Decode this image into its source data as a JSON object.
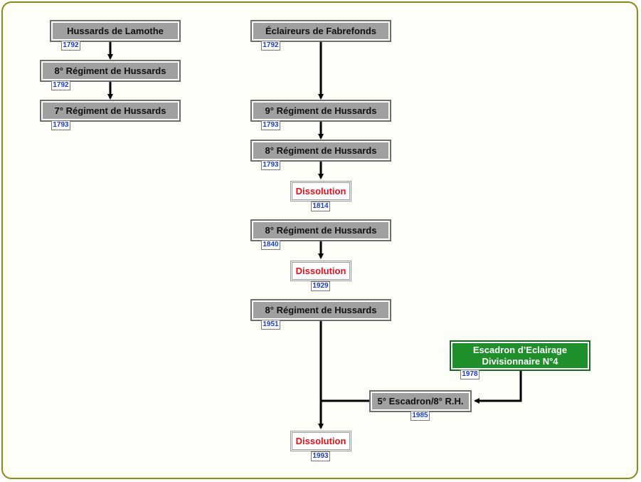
{
  "nodes": {
    "lamothe": {
      "label": "Hussards de Lamothe",
      "year": "1792"
    },
    "rh8_a": {
      "label": "8° Régiment de Hussards",
      "year": "1792"
    },
    "rh7": {
      "label": "7° Régiment de Hussards",
      "year": "1793"
    },
    "fabrefonds": {
      "label": "Éclaireurs de Fabrefonds",
      "year": "1792"
    },
    "rh9": {
      "label": "9° Régiment de Hussards",
      "year": "1793"
    },
    "rh8_b": {
      "label": "8° Régiment de Hussards",
      "year": "1793"
    },
    "diss1": {
      "label": "Dissolution",
      "year": "1814"
    },
    "rh8_c": {
      "label": "8° Régiment de Hussards",
      "year": "1840"
    },
    "diss2": {
      "label": "Dissolution",
      "year": "1929"
    },
    "rh8_d": {
      "label": "8° Régiment de Hussards",
      "year": "1951"
    },
    "eedn4": {
      "label": "Escadron d’Eclairage Divisionnaire N°4",
      "year": "1978"
    },
    "esc5": {
      "label": "5° Escadron/8° R.H.",
      "year": "1985"
    },
    "diss3": {
      "label": "Dissolution",
      "year": "1993"
    }
  },
  "colors": {
    "frame": "#8a8a1a",
    "node_gray": "#a0a0a0",
    "node_green": "#1f8f2b",
    "dissolution_text": "#e0101a",
    "year_text": "#1a3bd0",
    "arrow": "#000000"
  }
}
